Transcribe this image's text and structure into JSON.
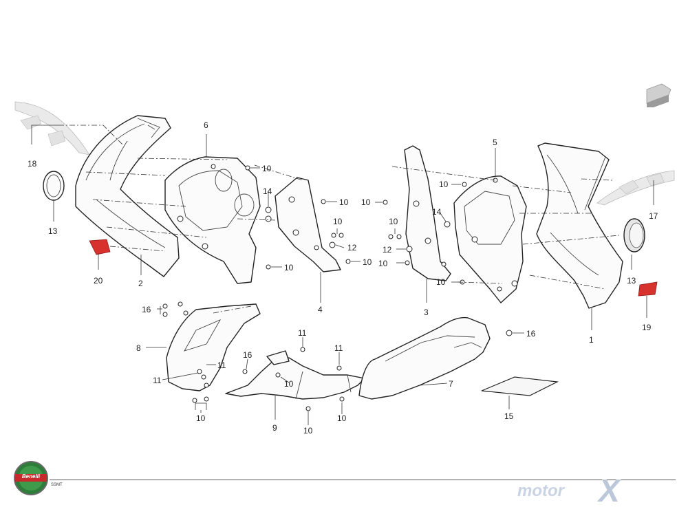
{
  "diagram": {
    "labels": [
      {
        "id": "1",
        "text": "1"
      },
      {
        "id": "2",
        "text": "2"
      },
      {
        "id": "3",
        "text": "3"
      },
      {
        "id": "4",
        "text": "4"
      },
      {
        "id": "5",
        "text": "5"
      },
      {
        "id": "6",
        "text": "6"
      },
      {
        "id": "7",
        "text": "7"
      },
      {
        "id": "8",
        "text": "8"
      },
      {
        "id": "9",
        "text": "9"
      },
      {
        "id": "10",
        "text": "10"
      },
      {
        "id": "11",
        "text": "11"
      },
      {
        "id": "12",
        "text": "12"
      },
      {
        "id": "13",
        "text": "13"
      },
      {
        "id": "14",
        "text": "14"
      },
      {
        "id": "15",
        "text": "15"
      },
      {
        "id": "16",
        "text": "16"
      },
      {
        "id": "17",
        "text": "17"
      },
      {
        "id": "18",
        "text": "18"
      },
      {
        "id": "19",
        "text": "19"
      },
      {
        "id": "20",
        "text": "20"
      }
    ]
  },
  "footer": {
    "brand_logo_text": "Benelli",
    "code": "SSMT",
    "watermark_brand": "motor",
    "watermark_x": "X"
  },
  "colors": {
    "accent_red": "#d8322e",
    "logo_green": "#2e7d3a"
  }
}
